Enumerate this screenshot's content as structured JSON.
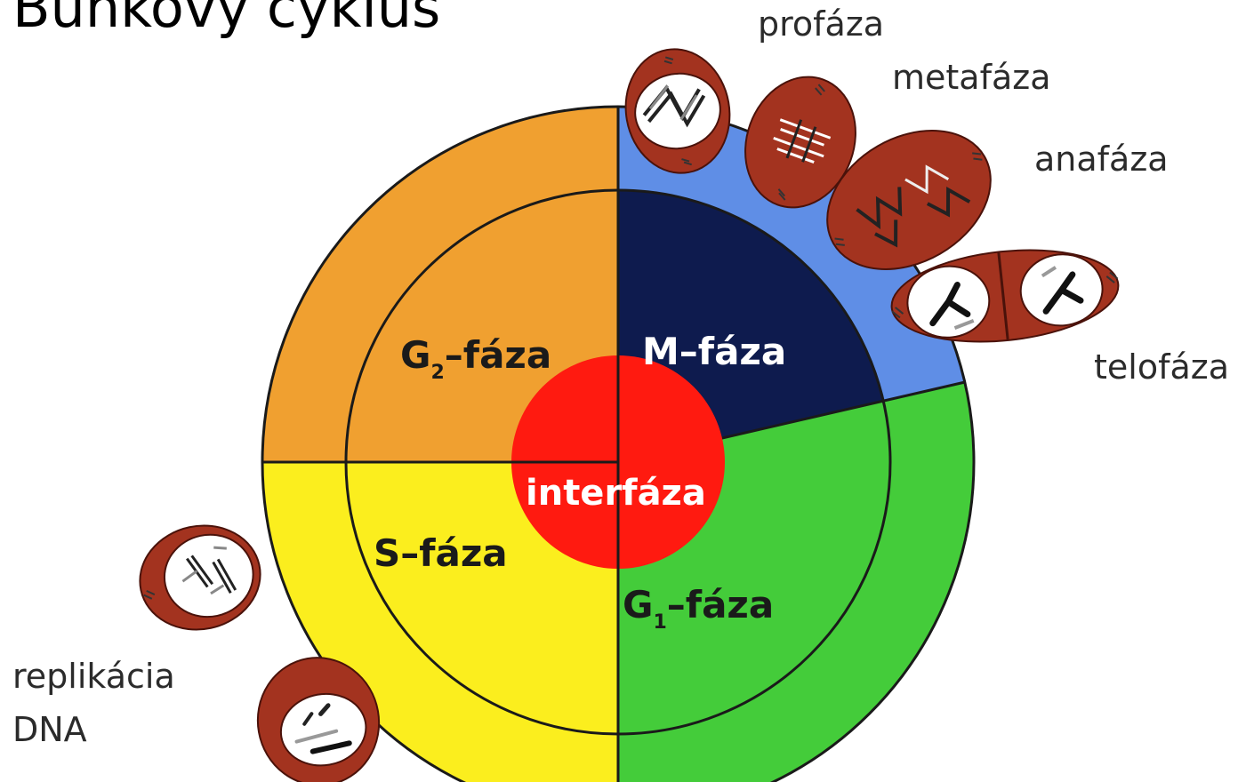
{
  "title": "Bunkový cyklus",
  "stages": {
    "profaza": "profáza",
    "metafaza": "metafáza",
    "anafaza": "anafáza",
    "telofaza": "telofáza",
    "replikacia_line1": "replikácia",
    "replikacia_line2": "DNA"
  },
  "phases": {
    "g2_prefix": "G",
    "g2_sub": "2",
    "g2_suffix": "–fáza",
    "m": "M–fáza",
    "s": "S–fáza",
    "g1_prefix": "G",
    "g1_sub": "1",
    "g1_suffix": "–fáza",
    "center": "interfáza"
  },
  "colors": {
    "g2": "#f0a030",
    "s": "#fbee1e",
    "g1": "#44cc3a",
    "m_outer": "#5f8ee6",
    "m_inner": "#0e1b4e",
    "center": "#ff1a10",
    "cell": "#a3331f",
    "nucleus": "#ffffff"
  }
}
